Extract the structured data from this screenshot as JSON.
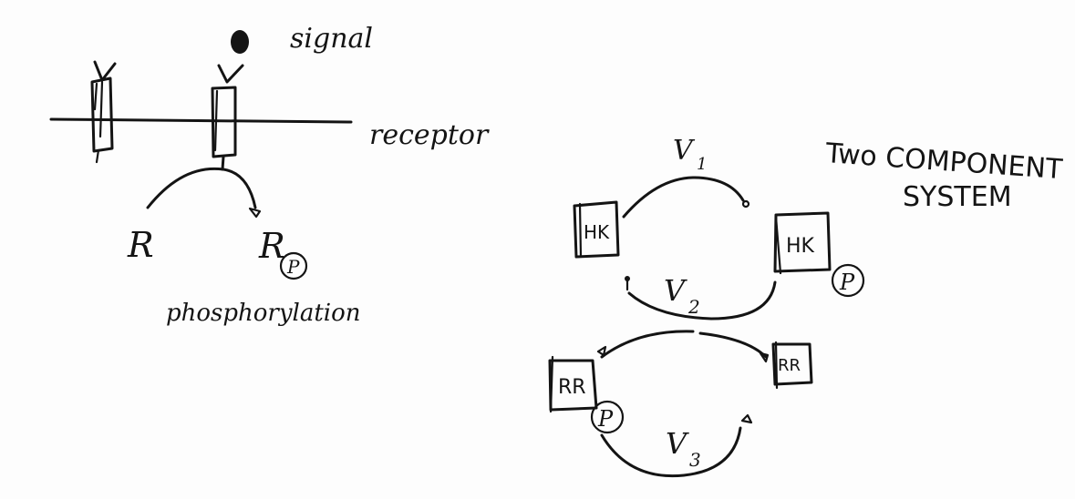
{
  "labels": {
    "signal": "signal",
    "receptor": "receptor",
    "r": "R",
    "rp": "R",
    "p_left": "P",
    "phosphorylation": "phosphorylation",
    "title_line1": "Two COMPONENT",
    "title_line2": "SYSTEM",
    "hk_left": "HK",
    "hk_right": "HK",
    "p_hk": "P",
    "rr_left": "RR",
    "rr_right": "RR",
    "p_rr": "P",
    "v1": "V",
    "v1_sub": "1",
    "v2": "V",
    "v2_sub": "2",
    "v3": "V",
    "v3_sub": "3"
  },
  "colors": {
    "ink": "#141414",
    "paper": "#fdfdfd"
  }
}
